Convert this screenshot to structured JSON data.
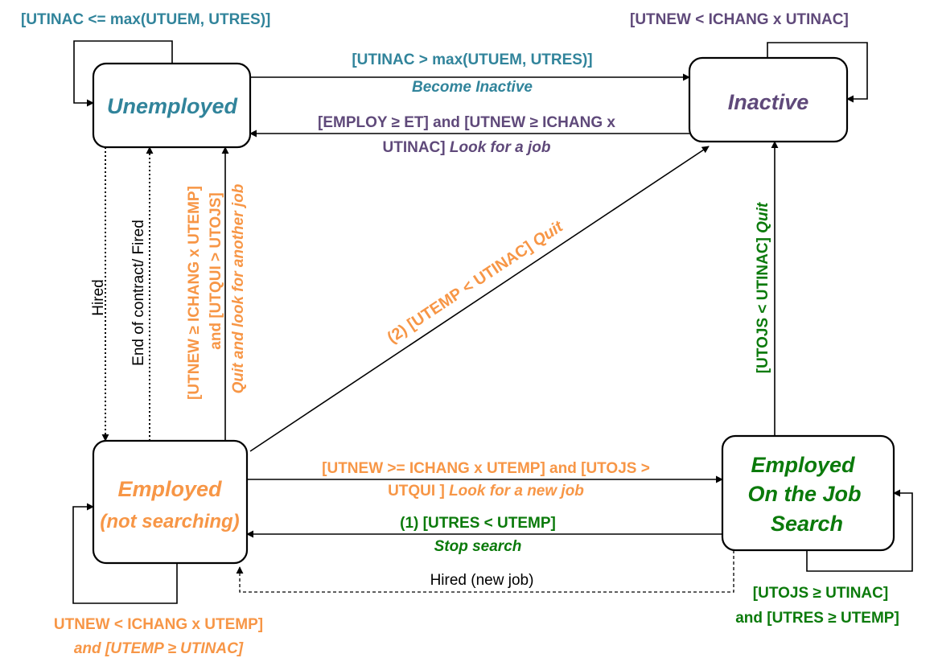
{
  "states": {
    "unemployed": "Unemployed",
    "inactive": "Inactive",
    "employed_l1": "Employed",
    "employed_l2": "(not searching)",
    "ojs_l1": "Employed",
    "ojs_l2": "On the Job",
    "ojs_l3": "Search"
  },
  "transitions": {
    "unemployed_self": "[UTINAC <= max(UTUEM, UTRES)]",
    "inactive_self": "[UTNEW < ICHANG x UTINAC]",
    "become_inactive_cond": "[UTINAC > max(UTUEM, UTRES)]",
    "become_inactive_action": "Become Inactive",
    "look_job_cond_l1": "[EMPLOY ≥ ET] and [UTNEW ≥ ICHANG x",
    "look_job_cond_l2": "UTINAC]",
    "look_job_action": "Look for a job",
    "hired": "Hired",
    "end_contract": "End of contract/ Fired",
    "quit_look_l1": "[UTNEW ≥ ICHANG x UTEMP]",
    "quit_look_l2": "and  [UTQUI > UTOJS]",
    "quit_look_action": "Quit and look for another job",
    "quit_inactive_cond": "(2) [UTEMP < UTINAC]",
    "quit_inactive_action": "Quit",
    "ojs_quit_cond": "[UTOJS < UTINAC]",
    "ojs_quit_action": "Quit",
    "look_new_cond_l1": "[UTNEW >= ICHANG x UTEMP] and [UTOJS >",
    "look_new_cond_l2": "UTQUI ]",
    "look_new_action": "Look for a new job",
    "stop_search_cond": "(1) [UTRES < UTEMP]",
    "stop_search_action": "Stop search",
    "hired_new_job": "Hired (new job)",
    "employed_self_l1": "UTNEW < ICHANG x UTEMP]",
    "employed_self_l2_a": "and [UTEMP ≥ ",
    "employed_self_l2_b": "UTINAC]",
    "ojs_self_l1": "[UTOJS ≥ UTINAC]",
    "ojs_self_l2": "and [UTRES ≥ UTEMP]"
  },
  "colors": {
    "unemployed": "#31849b",
    "inactive": "#5f497a",
    "employed": "#f79646",
    "ojs": "#0b7a0b",
    "lines": "#000000"
  }
}
